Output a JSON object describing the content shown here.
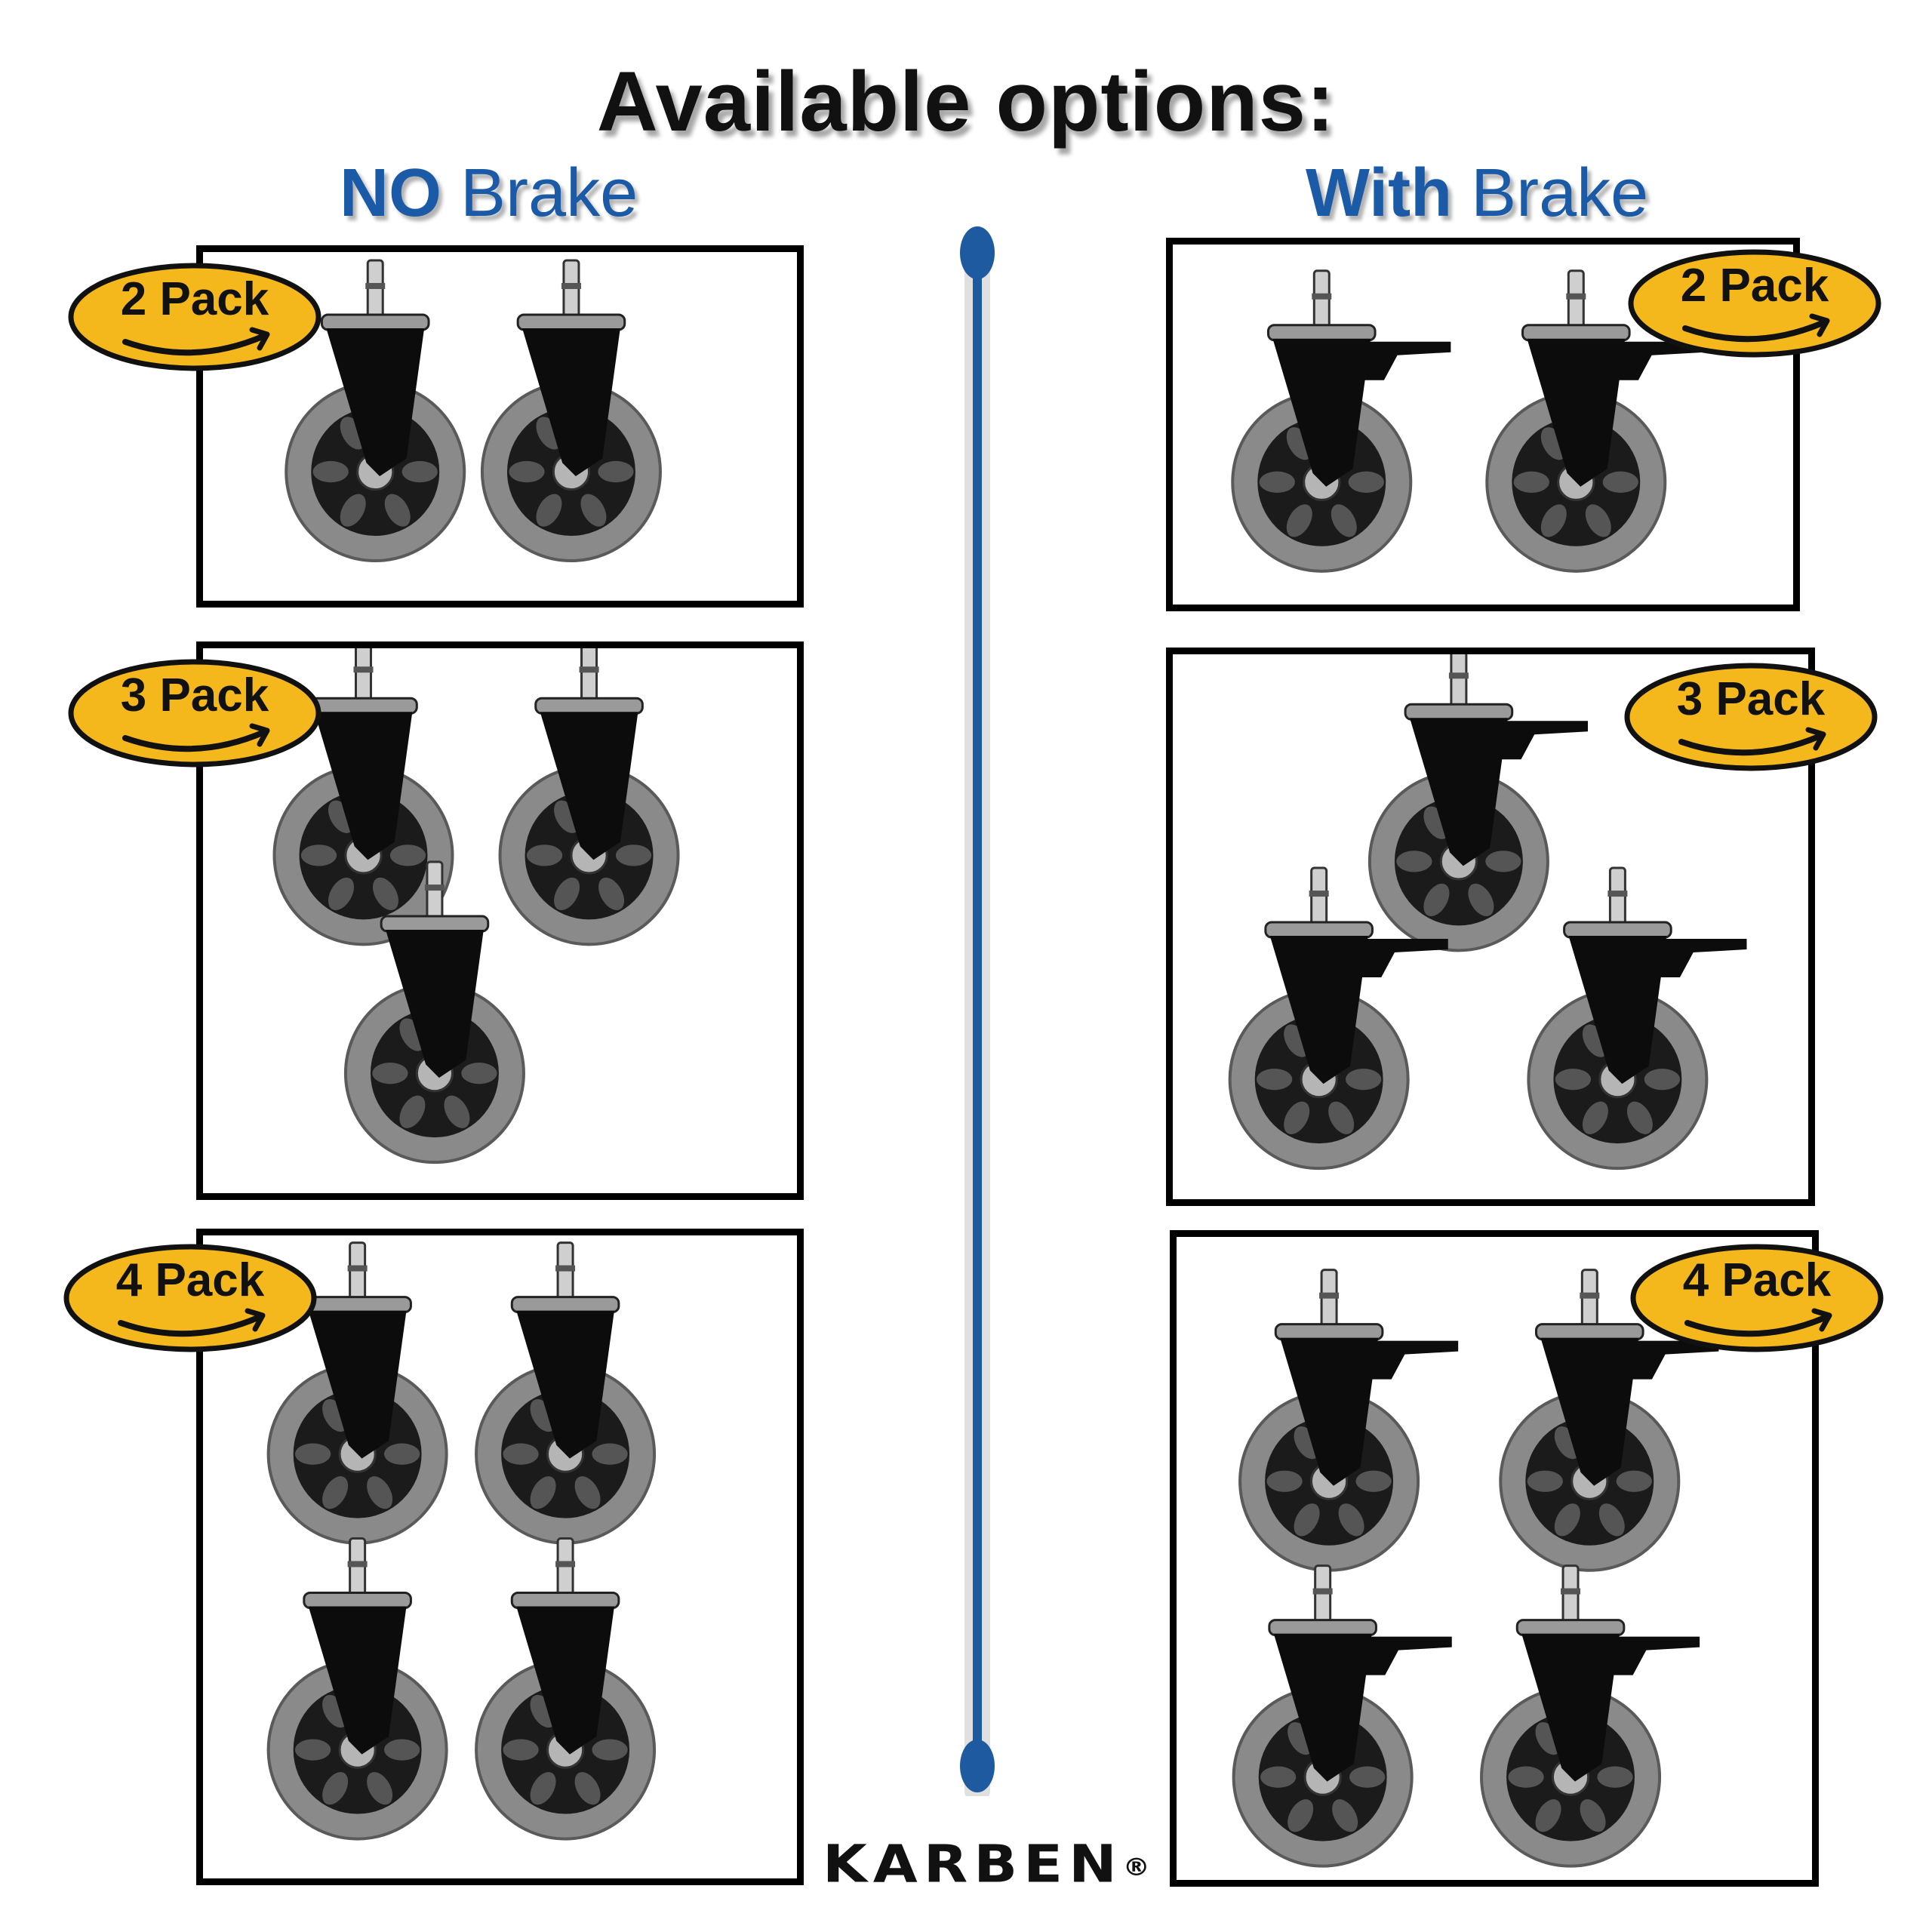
{
  "title": "Available options:",
  "left_column": {
    "bold": "NO",
    "rest": "Brake",
    "panels": [
      {
        "badge": "2 Pack",
        "quantity": 2
      },
      {
        "badge": "3 Pack",
        "quantity": 3
      },
      {
        "badge": "4 Pack",
        "quantity": 4
      }
    ]
  },
  "right_column": {
    "bold": "With",
    "rest": "Brake",
    "panels": [
      {
        "badge": "2 Pack",
        "quantity": 2
      },
      {
        "badge": "3 Pack",
        "quantity": 3
      },
      {
        "badge": "4 Pack",
        "quantity": 4
      }
    ]
  },
  "brand": {
    "name": "KARBEN",
    "mark": "®"
  },
  "colors": {
    "heading_blue": "#1a5aa6",
    "divider_blue": "#1e5aa0",
    "badge_yellow": "#f4b81c",
    "wheel_grey": "#8a8a8a",
    "frame_black": "#0c0c0c"
  }
}
